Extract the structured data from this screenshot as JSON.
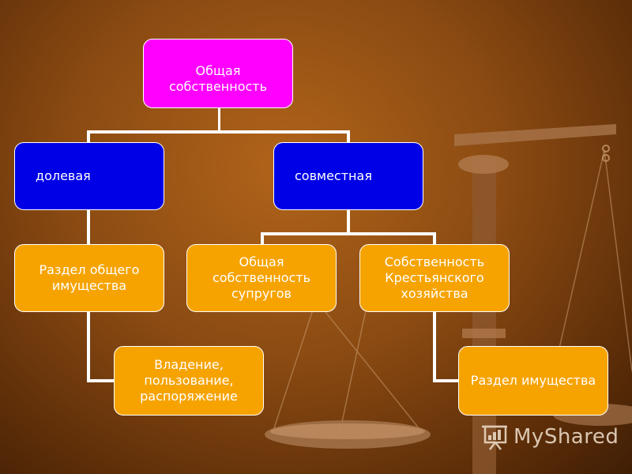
{
  "diagram": {
    "root": "Общая собственность",
    "shared_left": "долевая",
    "shared_right": "совместная",
    "left_child": "Раздел общего имущества",
    "left_grandchild": "Владение, пользование, распоряжение",
    "right_child_1": "Общая собственность супругов",
    "right_child_2": "Собственность Крестьянского хозяйства",
    "right_grandchild": "Раздел имущества"
  },
  "watermark": {
    "text": "MyShared",
    "icon": "presentation-board-icon"
  },
  "colors": {
    "root": "#ff00ff",
    "level1": "#0000e6",
    "level2": "#f6a300",
    "connector": "#ffffff"
  }
}
